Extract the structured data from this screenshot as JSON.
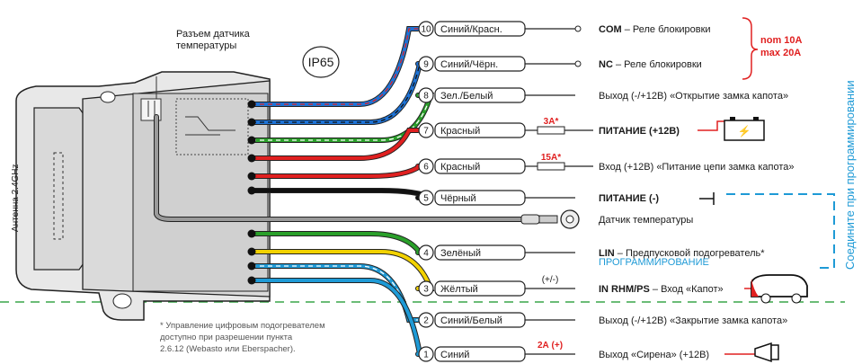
{
  "module": {
    "antenna_label": "Антенна 2.4GHz",
    "sensor_connector_label_1": "Разъем датчика",
    "sensor_connector_label_2": "температуры",
    "ip_rating": "IP65"
  },
  "wires": [
    {
      "num": "10",
      "name": "Синий/Красн.",
      "color": "#1e73d6",
      "stripe": "#e02020",
      "desc_bold": "COM",
      "desc": " – Реле блокировки"
    },
    {
      "num": "9",
      "name": "Синий/Чёрн.",
      "color": "#1e73d6",
      "stripe": "#111111",
      "desc_bold": "NC",
      "desc": " – Реле блокировки"
    },
    {
      "num": "8",
      "name": "Зел./Белый",
      "color": "#2aa02a",
      "stripe": "#ffffff",
      "desc_bold": "",
      "desc": "Выход (-/+12В) «Открытие замка капота»"
    },
    {
      "num": "7",
      "name": "Красный",
      "color": "#e02020",
      "stripe": "",
      "desc_bold": "ПИТАНИЕ (+12В)",
      "desc": "",
      "fuse": "3А*"
    },
    {
      "num": "6",
      "name": "Красный",
      "color": "#e02020",
      "stripe": "",
      "desc_bold": "",
      "desc": "Вход (+12В) «Питание цепи замка капота»",
      "fuse": "15А*"
    },
    {
      "num": "5",
      "name": "Чёрный",
      "color": "#111111",
      "stripe": "",
      "desc_bold": "ПИТАНИЕ (-)",
      "desc": ""
    },
    {
      "num": "",
      "name": "",
      "color": "#9a9a9a",
      "stripe": "",
      "desc_bold": "",
      "desc": "Датчик температуры"
    },
    {
      "num": "4",
      "name": "Зелёный",
      "color": "#2aa02a",
      "stripe": "",
      "desc_bold": "LIN",
      "desc": " – Предпусковой подогреватель*",
      "desc2": "ПРОГРАММИРОВАНИЕ"
    },
    {
      "num": "3",
      "name": "Жёлтый",
      "color": "#f2d200",
      "stripe": "",
      "desc_bold": "IN RHM/PS",
      "desc": " – Вход «Капот»",
      "polarity": "(+/-)"
    },
    {
      "num": "2",
      "name": "Синий/Белый",
      "color": "#1e9ad6",
      "stripe": "#ffffff",
      "desc_bold": "",
      "desc": "Выход (-/+12В) «Закрытие замка капота»"
    },
    {
      "num": "1",
      "name": "Синий",
      "color": "#1e9ad6",
      "stripe": "",
      "desc_bold": "",
      "desc": "Выход «Сирена» (+12В)",
      "current": "2А (+)"
    }
  ],
  "relay_ratings": {
    "nom": "nom 10A",
    "max": "max 20A"
  },
  "programming_note": "Соедините при программировании",
  "footnote": [
    "* Управление цифровым подогревателем",
    "доступно при разрешении пункта",
    "2.6.12 (Webasto или Eberspacher)."
  ]
}
